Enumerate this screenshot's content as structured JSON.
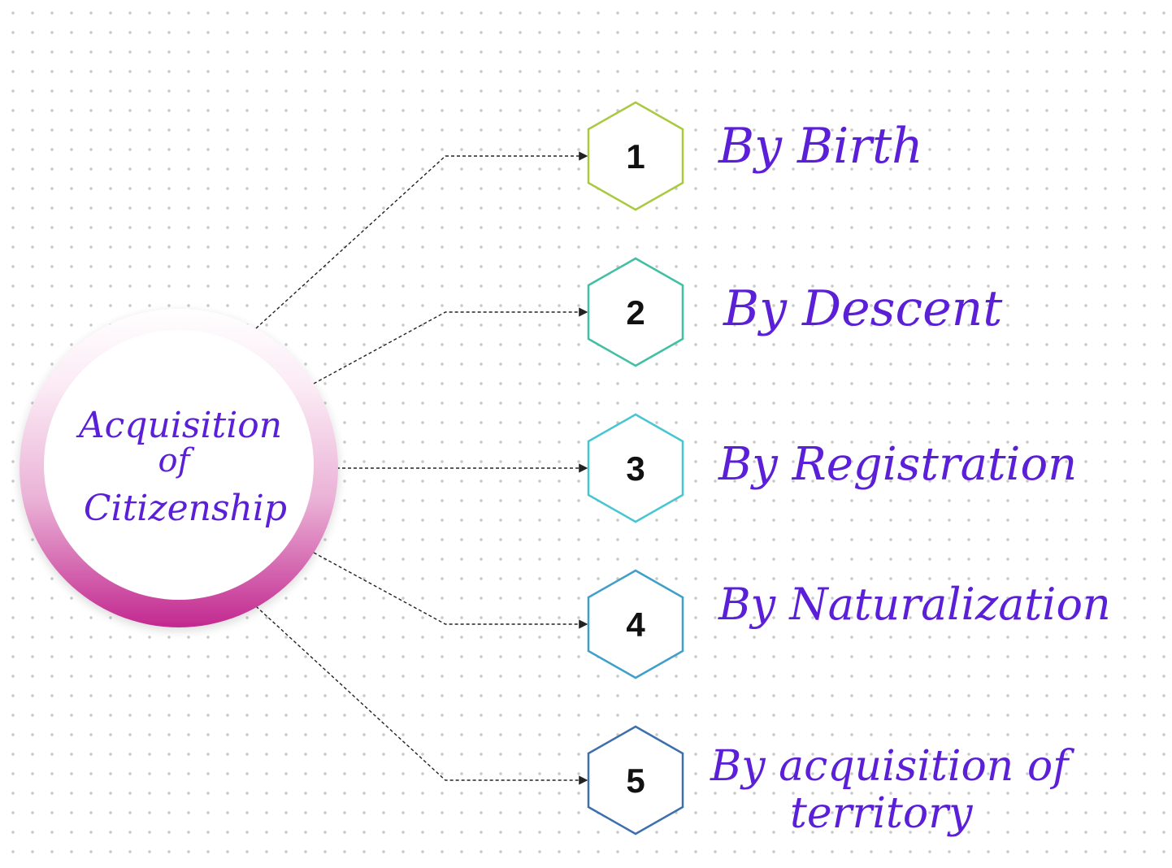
{
  "center": {
    "lines": [
      "Acquisition",
      "of",
      "Citizenship"
    ]
  },
  "items": [
    {
      "number": "1",
      "label_lines": [
        "By  Birth"
      ],
      "color": "#a9c93e"
    },
    {
      "number": "2",
      "label_lines": [
        "By  Descent"
      ],
      "color": "#3fbfa3"
    },
    {
      "number": "3",
      "label_lines": [
        "By  Registration"
      ],
      "color": "#46c6d2"
    },
    {
      "number": "4",
      "label_lines": [
        "By  Naturalization"
      ],
      "color": "#3f9fc8"
    },
    {
      "number": "5",
      "label_lines": [
        "By  acquisition  of",
        "territory"
      ],
      "color": "#3e6fad"
    }
  ],
  "colors": {
    "handwriting": "#5a1fd6",
    "ring_top": "#fbeef6",
    "ring_bottom": "#c2288f",
    "connector": "#222222"
  }
}
